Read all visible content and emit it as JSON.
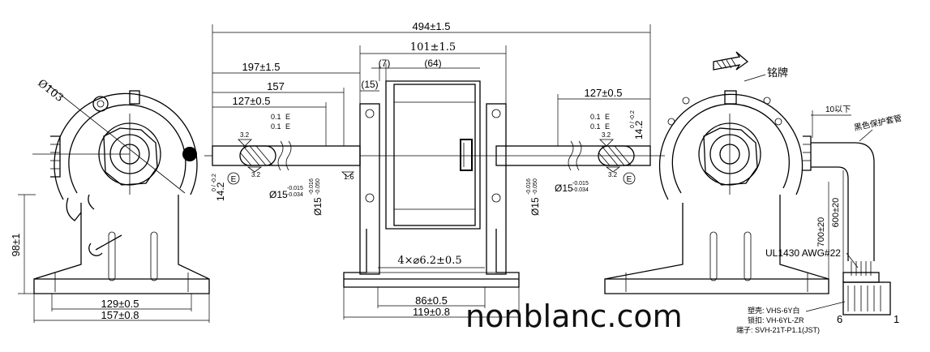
{
  "dimensions": {
    "overall_length": "494±1.5",
    "center_width": "101±1.5",
    "dim_7": "(7)",
    "dim_64": "(64)",
    "dim_15": "(15)",
    "left_shaft_197": "197±1.5",
    "left_shaft_157": "157",
    "left_shaft_127": "127±0.5",
    "right_shaft_127": "127±0.5",
    "diameter_103": "Ø103",
    "height_98": "98±1",
    "base_129": "129±0.5",
    "base_157": "157±0.8",
    "base_86": "86±0.5",
    "base_119": "119±0.8",
    "holes": "4×⌀6.2±0.5",
    "shaft_dia": "Ø15",
    "shaft_tol_upper": "-0.015",
    "shaft_tol_lower": "-0.034",
    "shaft_dia2": "Ø15",
    "shaft2_tol_upper": "-0.016",
    "shaft2_tol_lower": "-0.050",
    "flat_14_2": "14.2",
    "flat_tol": "0 / -0.2",
    "tol_01": "0.1",
    "datum_e": "E",
    "datum_circle": "E",
    "surface_32": "3.2",
    "tick_16": "1.6",
    "cable_10": "10以下",
    "cable_700": "700±20",
    "cable_600": "600±20",
    "cable_spec": "UL1430 AWG#22"
  },
  "labels": {
    "nameplate": "铭牌",
    "black_sleeve": "黑色保护套管",
    "housing": "塑壳: VHS-6Y白",
    "lock": "锁扣: VH-6YL-ZR",
    "terminal": "端子: SVH-21T-P1.1(JST)",
    "pin_6": "6",
    "pin_1": "1"
  },
  "watermark": "nonblanc.com"
}
